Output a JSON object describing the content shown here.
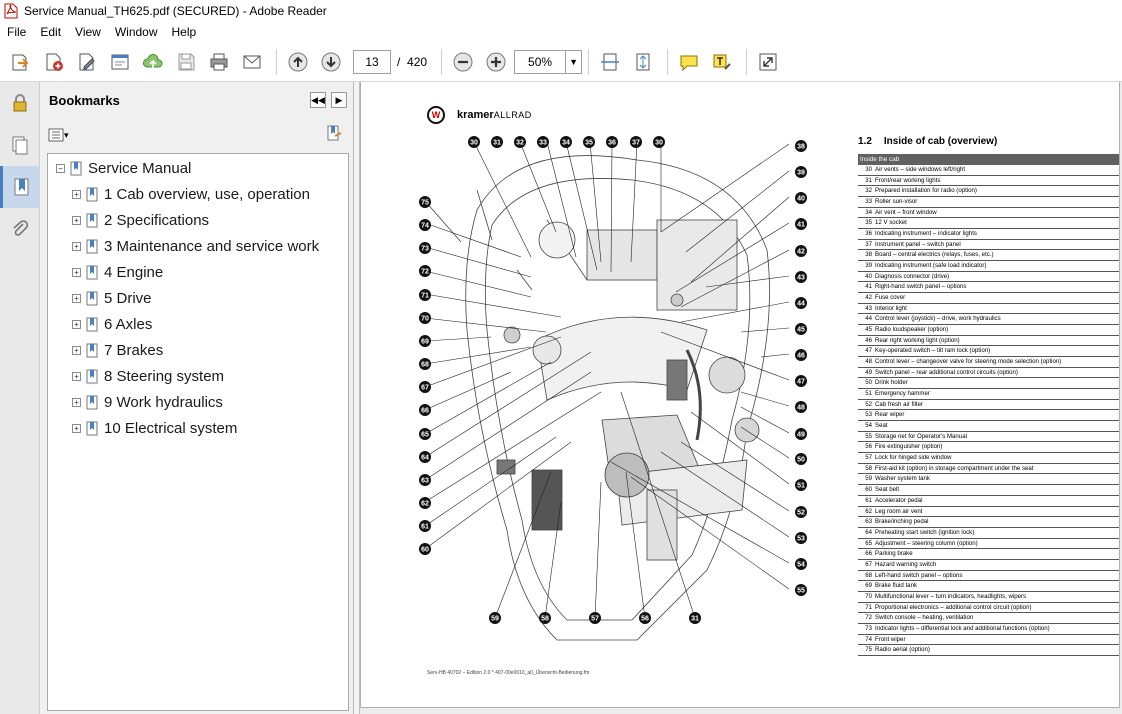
{
  "window": {
    "title": "Service Manual_TH625.pdf (SECURED) - Adobe Reader"
  },
  "menu": [
    "File",
    "Edit",
    "View",
    "Window",
    "Help"
  ],
  "toolbar": {
    "page_current": "13",
    "page_sep": "/",
    "page_total": "420",
    "zoom": "50%"
  },
  "bookmarks": {
    "title": "Bookmarks",
    "root": "Service Manual",
    "items": [
      "1 Cab overview, use, operation",
      "2 Specifications",
      "3 Maintenance and service work",
      "4 Engine",
      "5 Drive",
      "6 Axles",
      "7 Brakes",
      "8 Steering system",
      "9 Work hydraulics",
      "10 Electrical system"
    ]
  },
  "document": {
    "logo_main": "kramer",
    "logo_sub": "ALLRAD",
    "section_number": "1.2",
    "section_title": "Inside of cab (overview)",
    "legend_header": "Inside the cab",
    "legend": [
      {
        "n": "30",
        "t": "Air vents – side windows left/right"
      },
      {
        "n": "31",
        "t": "Front/rear working lights"
      },
      {
        "n": "32",
        "t": "Prepared installation for radio (option)"
      },
      {
        "n": "33",
        "t": "Roller sun-visor"
      },
      {
        "n": "34",
        "t": "Air vent – front window"
      },
      {
        "n": "35",
        "t": "12 V socket"
      },
      {
        "n": "36",
        "t": "Indicating instrument – indicator lights"
      },
      {
        "n": "37",
        "t": "Instrument panel – switch panel"
      },
      {
        "n": "38",
        "t": "Board – central electrics (relays, fuses, etc.)"
      },
      {
        "n": "39",
        "t": "Indicating instrument (safe load indicator)"
      },
      {
        "n": "40",
        "t": "Diagnosis connector (drive)"
      },
      {
        "n": "41",
        "t": "Right-hand switch panel – options"
      },
      {
        "n": "42",
        "t": "Fuse cover"
      },
      {
        "n": "43",
        "t": "Interior light"
      },
      {
        "n": "44",
        "t": "Control lever (joystick) – drive, work hydraulics"
      },
      {
        "n": "45",
        "t": "Radio loudspeaker (option)"
      },
      {
        "n": "46",
        "t": "Rear right working light (option)"
      },
      {
        "n": "47",
        "t": "Key-operated switch – tilt ram lock (option)"
      },
      {
        "n": "48",
        "t": "Control lever – changeover valve for steering mode selection (option)"
      },
      {
        "n": "49",
        "t": "Switch panel – rear additional control circuits (option)"
      },
      {
        "n": "50",
        "t": "Drink holder"
      },
      {
        "n": "51",
        "t": "Emergency hammer"
      },
      {
        "n": "52",
        "t": "Cab fresh air filter"
      },
      {
        "n": "53",
        "t": "Rear wiper"
      },
      {
        "n": "54",
        "t": "Seat"
      },
      {
        "n": "55",
        "t": "Storage net for Operator's Manual"
      },
      {
        "n": "56",
        "t": "Fire extinguisher (option)"
      },
      {
        "n": "57",
        "t": "Lock for hinged side window"
      },
      {
        "n": "58",
        "t": "First-aid kit (option) in storage compartment under the seat"
      },
      {
        "n": "59",
        "t": "Washer system tank"
      },
      {
        "n": "60",
        "t": "Seat belt"
      },
      {
        "n": "61",
        "t": "Accelerator pedal"
      },
      {
        "n": "62",
        "t": "Leg room air vent"
      },
      {
        "n": "63",
        "t": "Brake/inching pedal"
      },
      {
        "n": "64",
        "t": "Preheating start switch (ignition lock)"
      },
      {
        "n": "65",
        "t": "Adjustment – steering column (option)"
      },
      {
        "n": "66",
        "t": "Parking brake"
      },
      {
        "n": "67",
        "t": "Hazard warning switch"
      },
      {
        "n": "68",
        "t": "Left-hand switch panel – options"
      },
      {
        "n": "69",
        "t": "Brake fluid tank"
      },
      {
        "n": "70",
        "t": "Multifunctional lever – turn indicators, headlights, wipers"
      },
      {
        "n": "71",
        "t": "Proportional electronics – additional control circuit (option)"
      },
      {
        "n": "72",
        "t": "Switch console – heating, ventilation"
      },
      {
        "n": "73",
        "t": "Indicator lights – differential lock and additional functions (option)"
      },
      {
        "n": "74",
        "t": "Front wiper"
      },
      {
        "n": "75",
        "t": "Radio aerial (option)"
      }
    ],
    "footer": "Serv-HB 40702 – Edition 2.0 * 407-00e0010_a0_Übersicht-Bedienung.fm",
    "callouts_top": [
      "30",
      "31",
      "32",
      "33",
      "34",
      "35",
      "36",
      "37",
      "30"
    ],
    "callouts_right": [
      "38",
      "39",
      "40",
      "41",
      "42",
      "43",
      "44",
      "45",
      "46",
      "47",
      "48",
      "49",
      "50",
      "51",
      "52",
      "53",
      "54",
      "55"
    ],
    "callouts_left": [
      "75",
      "74",
      "73",
      "72",
      "71",
      "70",
      "69",
      "68",
      "67",
      "66",
      "65",
      "64",
      "63",
      "62",
      "61",
      "60"
    ],
    "callouts_bottom": [
      "59",
      "58",
      "57",
      "56",
      "31"
    ]
  }
}
